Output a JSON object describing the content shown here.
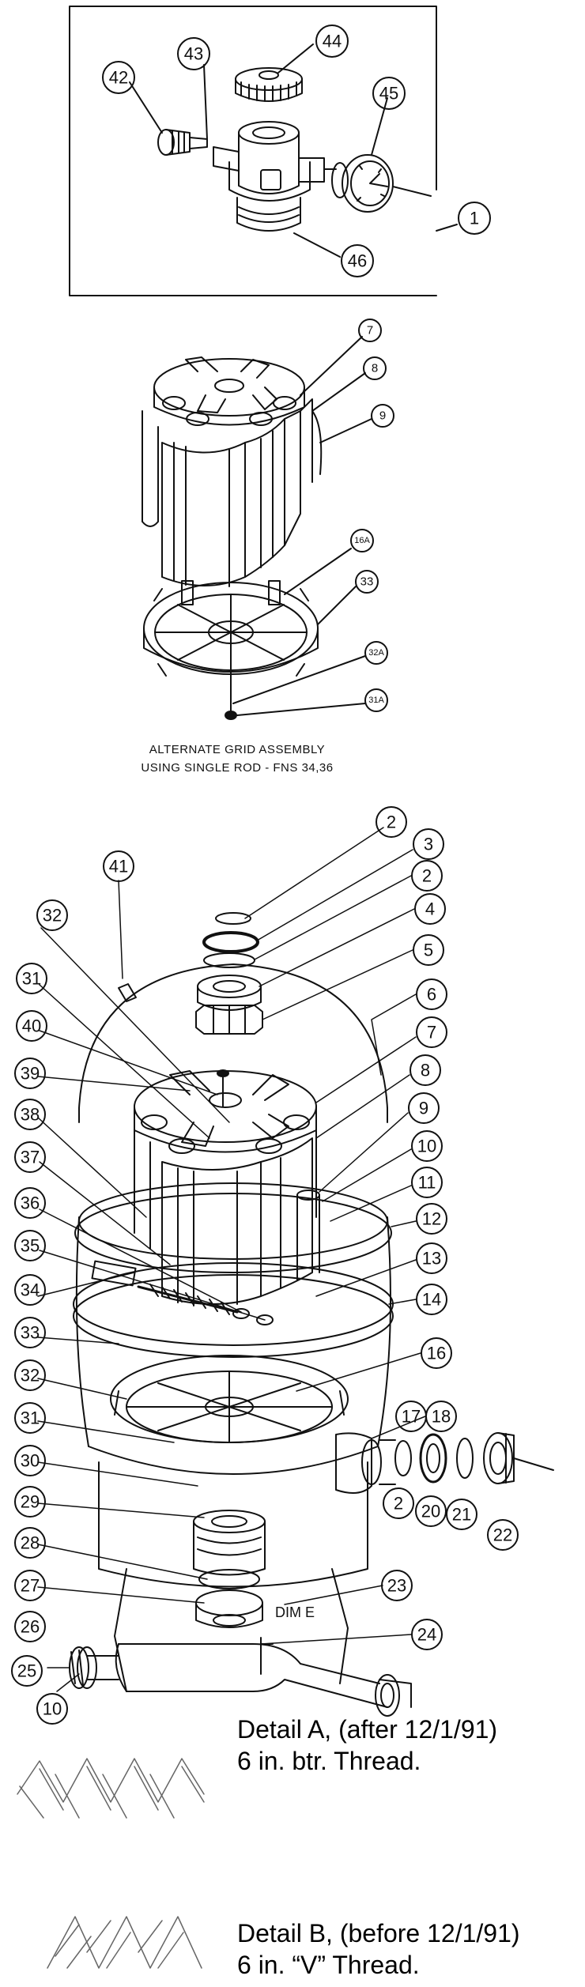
{
  "assembly_caption": {
    "line1": "ALTERNATE GRID ASSEMBLY",
    "line2": "USING SINGLE ROD - FNS 34,36"
  },
  "dim_label": "DIM E",
  "callouts": {
    "c1": "1",
    "c2": "2",
    "c3": "3",
    "c4": "4",
    "c5": "5",
    "c6": "6",
    "c7": "7",
    "c8": "8",
    "c9": "9",
    "c10": "10",
    "c11": "11",
    "c12": "12",
    "c13": "13",
    "c14": "14",
    "c16": "16",
    "c16a": "16A",
    "c17": "17",
    "c18": "18",
    "c20": "20",
    "c21": "21",
    "c22": "22",
    "c23": "23",
    "c24": "24",
    "c25": "25",
    "c26": "26",
    "c27": "27",
    "c28": "28",
    "c29": "29",
    "c30": "30",
    "c31": "31",
    "c31a": "31A",
    "c32": "32",
    "c32a": "32A",
    "c33": "33",
    "c34": "34",
    "c35": "35",
    "c36": "36",
    "c37": "37",
    "c38": "38",
    "c39": "39",
    "c40": "40",
    "c41": "41",
    "c42": "42",
    "c43": "43",
    "c44": "44",
    "c45": "45",
    "c46": "46"
  },
  "details": {
    "a_line1": "Detail A, (after 12/1/91)",
    "a_line2": "6 in. btr. Thread.",
    "b_line1": "Detail B, (before 12/1/91)",
    "b_line2": "6 in. “V” Thread."
  }
}
